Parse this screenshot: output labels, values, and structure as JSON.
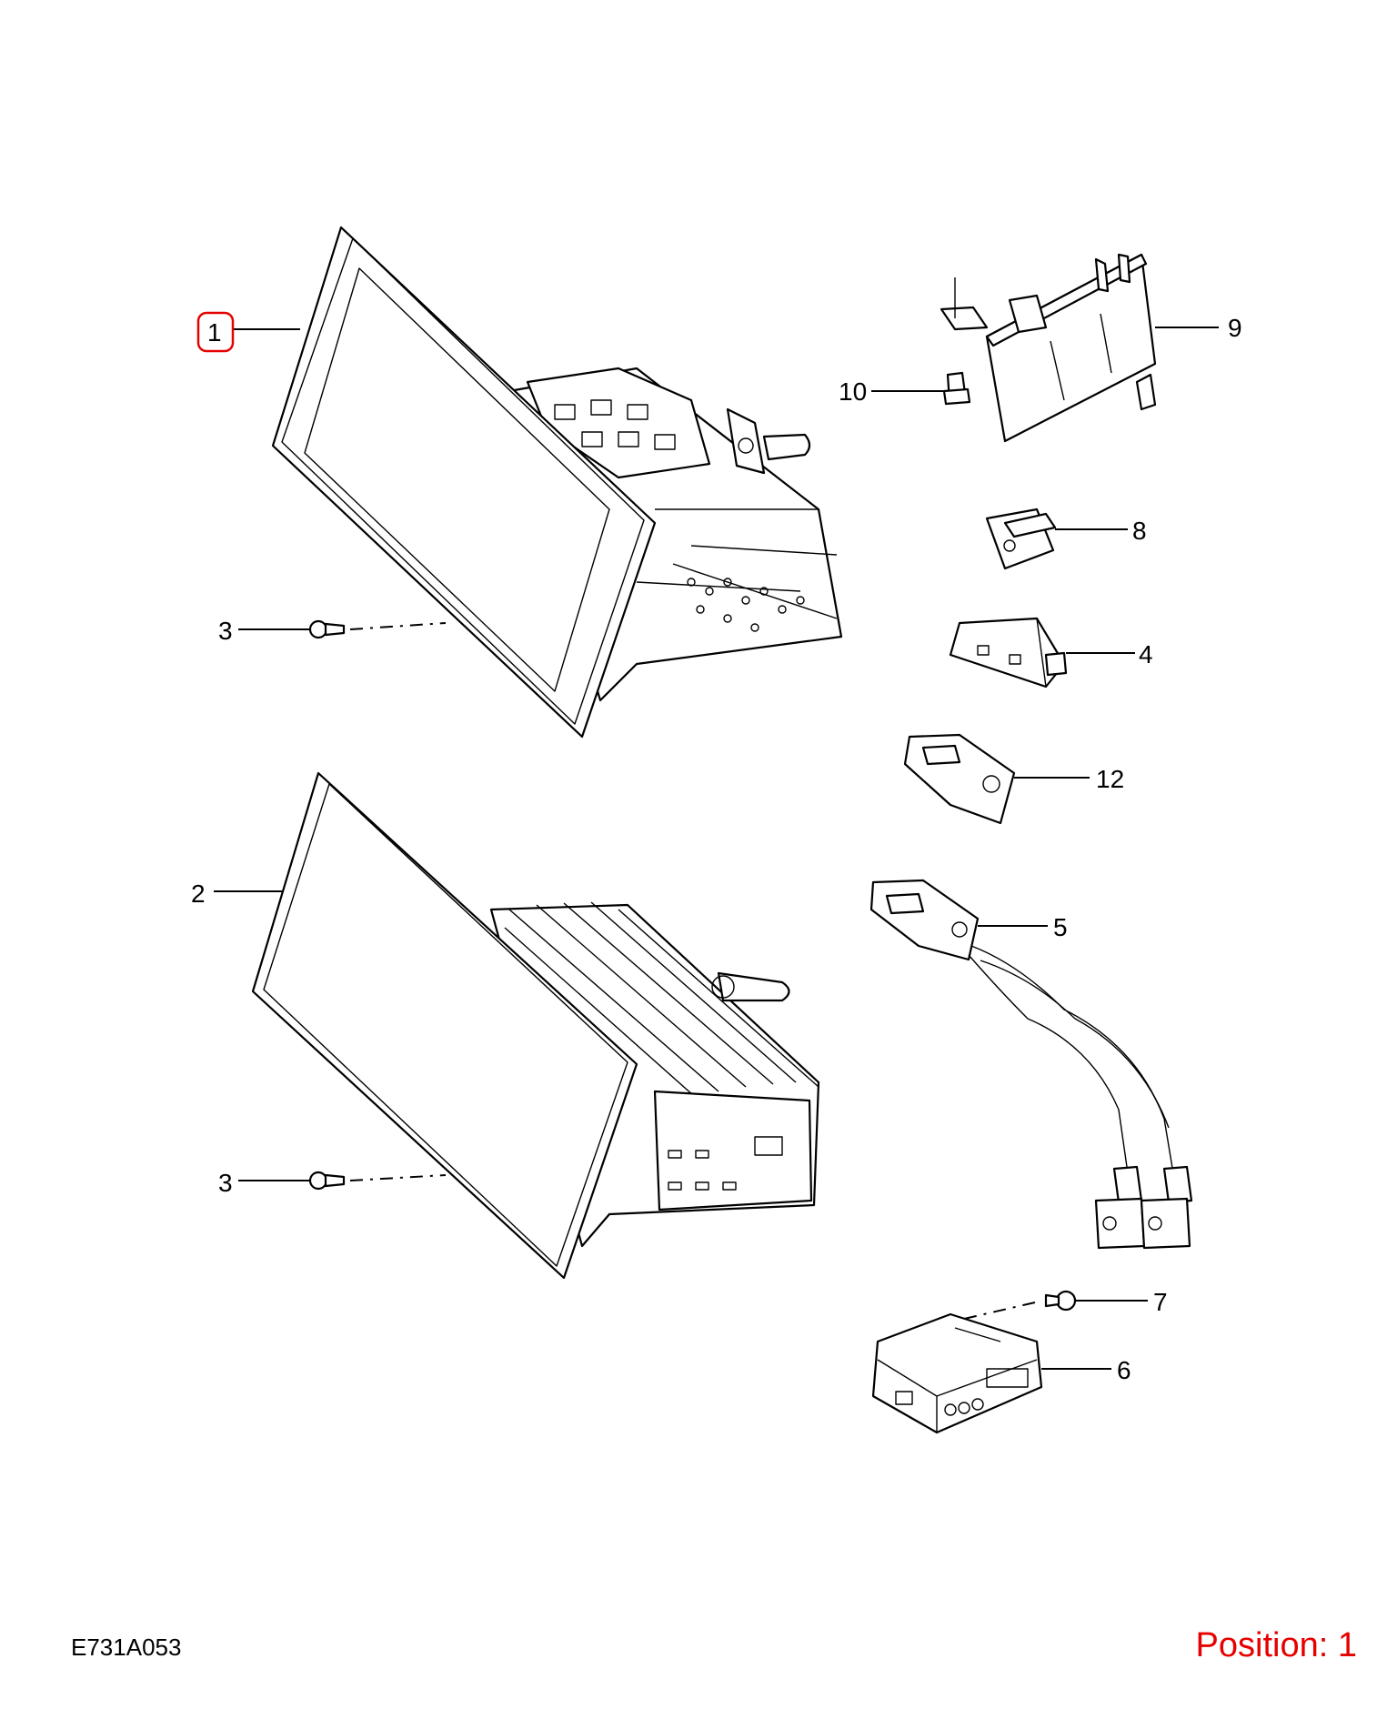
{
  "callouts": {
    "c1": "1",
    "c2": "2",
    "c3a": "3",
    "c3b": "3",
    "c4": "4",
    "c5": "5",
    "c6": "6",
    "c7": "7",
    "c8": "8",
    "c9": "9",
    "c10": "10",
    "c12": "12"
  },
  "footer": {
    "ref_code": "E731A053",
    "position_label": "Position: 1",
    "position_color": "#e60000"
  },
  "highlight": {
    "part": "1",
    "color": "#e60000"
  }
}
